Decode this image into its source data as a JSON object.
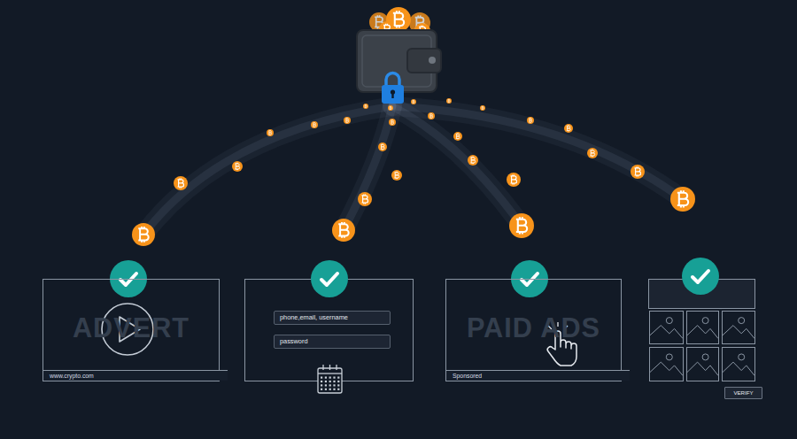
{
  "diagram": {
    "nodes": [
      {
        "text": [
          "ADVERT"
        ]
      },
      {
        "text": [
          "www.crypto.com"
        ],
        "in": 0
      },
      {
        "text": [
          "phone,email, username"
        ]
      },
      {
        "text": [
          "password"
        ]
      },
      {
        "text": [
          "PAID ADS"
        ]
      },
      {
        "text": [
          "Sponsored"
        ],
        "in": 4
      },
      {
        "text": [
          "VERIFY"
        ]
      }
    ]
  }
}
